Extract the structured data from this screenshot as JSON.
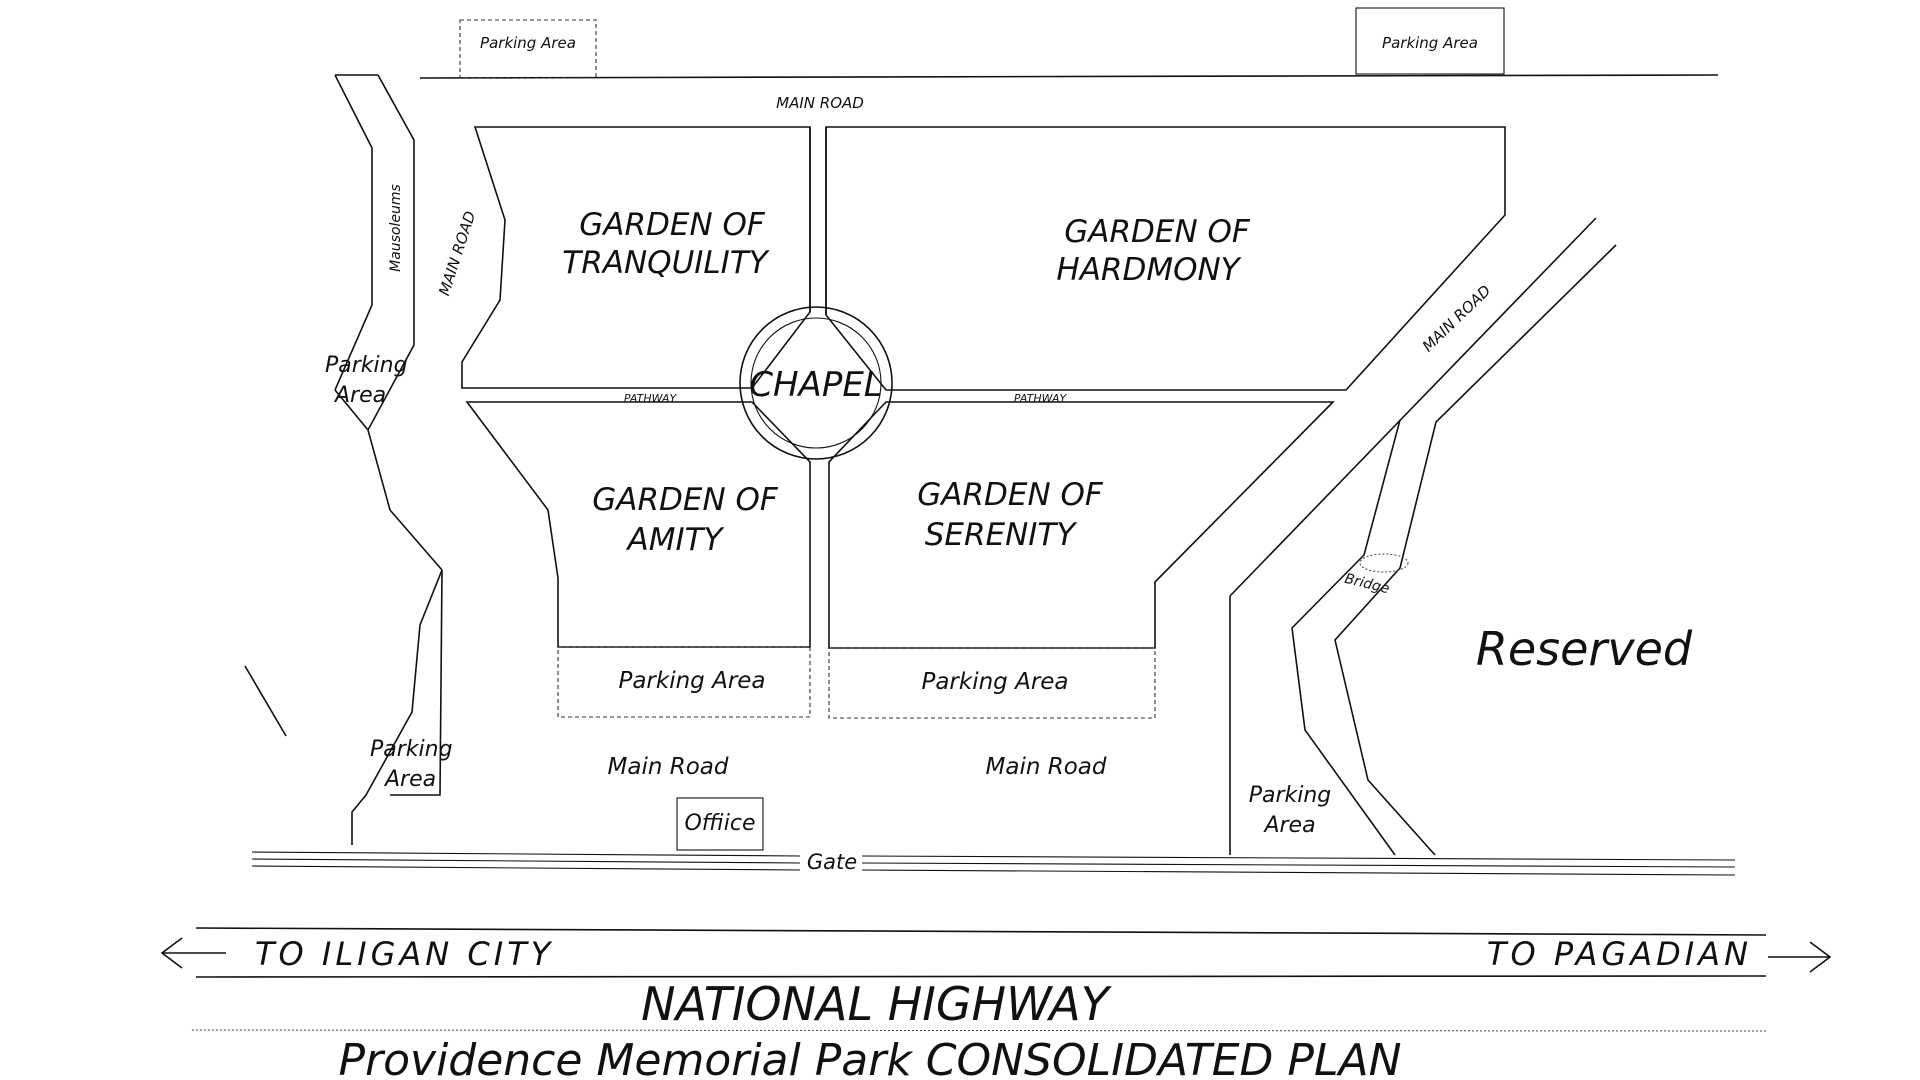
{
  "labels": {
    "parking_top_left": "Parking Area",
    "parking_top_right": "Parking Area",
    "main_road_top": "MAIN ROAD",
    "main_road_left": "MAIN ROAD",
    "main_road_right": "MAIN ROAD",
    "mausoleums": "Mausoleums",
    "parking_left_upper_1": "Parking",
    "parking_left_upper_2": "Area",
    "parking_left_lower_1": "Parking",
    "parking_left_lower_2": "Area",
    "parking_right_lower_1": "Parking",
    "parking_right_lower_2": "Area",
    "garden_tranquility_1": "GARDEN OF",
    "garden_tranquility_2": "TRANQUILITY",
    "garden_harmony_1": "GARDEN OF",
    "garden_harmony_2": "HARDMONY",
    "garden_amity_1": "GARDEN OF",
    "garden_amity_2": "AMITY",
    "garden_serenity_1": "GARDEN OF",
    "garden_serenity_2": "SERENITY",
    "chapel": "CHAPEL",
    "pathway_left": "PATHWAY",
    "pathway_right": "PATHWAY",
    "parking_amity": "Parking Area",
    "parking_serenity": "Parking Area",
    "main_road_bottom_left": "Main Road",
    "main_road_bottom_right": "Main Road",
    "office": "Offiice",
    "gate": "Gate",
    "bridge": "Bridge",
    "reserved": "Reserved",
    "to_iligan": "TO ILIGAN CITY",
    "to_pagadian": "TO PAGADIAN",
    "national_highway": "NATIONAL HIGHWAY",
    "plan_title": "Providence Memorial Park CONSOLIDATED PLAN"
  },
  "colors": {
    "ink": "#111111",
    "background": "#ffffff"
  }
}
